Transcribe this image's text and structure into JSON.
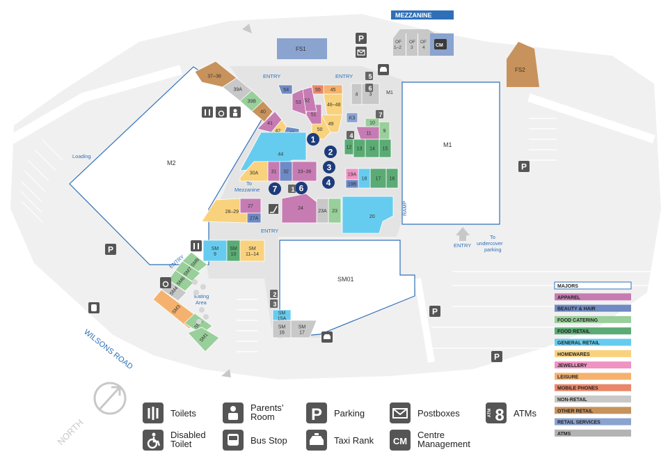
{
  "colors": {
    "majors": "#ffffff",
    "majors_border": "#2f6fb7",
    "apparel": "#c77bb3",
    "beauty": "#6f8ac4",
    "food_catering": "#99cf9a",
    "food_retail": "#5aab74",
    "general_retail": "#66ccef",
    "homewares": "#f9d27d",
    "jewellery": "#ef93c2",
    "leisure": "#f5b26e",
    "mobile": "#e9876a",
    "non_retail": "#c8c8c8",
    "other_retail": "#c8925c",
    "retail_services": "#8aa3cf",
    "atms": "#b3b3b3",
    "walkway": "#e4e4e4",
    "ground": "#efefef",
    "road": "#ffffff",
    "blue_label": "#2f6fb7",
    "dark": "#3a3a3a"
  },
  "mezzanine": {
    "title": "MEZZANINE",
    "units": [
      "OF 1–2",
      "OF 3",
      "OF 4"
    ],
    "cm": "CM"
  },
  "majors": [
    "M1",
    "M2",
    "SM01",
    "FS1",
    "FS2"
  ],
  "labels": {
    "entry": "ENTRY",
    "loading": "Loading",
    "ramp": "RAMP",
    "to_mezzanine": "To Mezzanine",
    "to_parking": "To undercover parking",
    "eating_area": "Eating Area",
    "road": "WILSONS ROAD",
    "north": "NORTH"
  },
  "markers": [
    "1",
    "2",
    "3",
    "4",
    "6",
    "7"
  ],
  "legend": [
    {
      "label": "MAJORS",
      "key": "majors"
    },
    {
      "label": "APPAREL",
      "key": "apparel"
    },
    {
      "label": "BEAUTY & HAIR",
      "key": "beauty"
    },
    {
      "label": "FOOD CATERING",
      "key": "food_catering"
    },
    {
      "label": "FOOD RETAIL",
      "key": "food_retail"
    },
    {
      "label": "GENERAL RETAIL",
      "key": "general_retail"
    },
    {
      "label": "HOMEWARES",
      "key": "homewares"
    },
    {
      "label": "JEWELLERY",
      "key": "jewellery"
    },
    {
      "label": "LEISURE",
      "key": "leisure"
    },
    {
      "label": "MOBILE PHONES",
      "key": "mobile"
    },
    {
      "label": "NON-RETAIL",
      "key": "non_retail"
    },
    {
      "label": "OTHER RETAIL",
      "key": "other_retail"
    },
    {
      "label": "RETAIL SERVICES",
      "key": "retail_services"
    },
    {
      "label": "ATMS",
      "key": "atms"
    }
  ],
  "icon_legend": [
    {
      "label": "Toilets",
      "icon": "toilets-icon"
    },
    {
      "label": "Parents’ Room",
      "icon": "parents-room-icon"
    },
    {
      "label": "Parking",
      "icon": "parking-icon"
    },
    {
      "label": "Postboxes",
      "icon": "postbox-icon"
    },
    {
      "label": "ATMs",
      "icon": "atm-icon"
    },
    {
      "label": "Disabled Toilet",
      "icon": "disabled-toilet-icon"
    },
    {
      "label": "Bus Stop",
      "icon": "bus-stop-icon"
    },
    {
      "label": "Taxi Rank",
      "icon": "taxi-rank-icon"
    },
    {
      "label": "Centre Management",
      "icon": "centre-management-icon"
    }
  ],
  "icon_glyphs": {
    "parking": "P",
    "cm": "CM",
    "atm": "8",
    "atm_small": "ATM"
  },
  "shops": [
    {
      "id": "37–38",
      "c": "other_retail"
    },
    {
      "id": "39A",
      "c": "non_retail"
    },
    {
      "id": "39B",
      "c": "food_catering"
    },
    {
      "id": "40",
      "c": "other_retail"
    },
    {
      "id": "41",
      "c": "apparel"
    },
    {
      "id": "42",
      "c": "homewares"
    },
    {
      "id": "43",
      "c": "beauty"
    },
    {
      "id": "44",
      "c": "general_retail"
    },
    {
      "id": "45",
      "c": "leisure"
    },
    {
      "id": "46–48",
      "c": "homewares"
    },
    {
      "id": "49",
      "c": "homewares"
    },
    {
      "id": "50",
      "c": "homewares"
    },
    {
      "id": "51",
      "c": "apparel"
    },
    {
      "id": "52",
      "c": "apparel"
    },
    {
      "id": "53",
      "c": "apparel"
    },
    {
      "id": "54",
      "c": "beauty"
    },
    {
      "id": "55",
      "c": "mobile"
    },
    {
      "id": "K3",
      "c": "retail_services"
    },
    {
      "id": "4",
      "c": "non_retail"
    },
    {
      "id": "3",
      "c": "non_retail"
    },
    {
      "id": "M1",
      "c": "majors"
    },
    {
      "id": "9",
      "c": "food_catering"
    },
    {
      "id": "10",
      "c": "food_catering"
    },
    {
      "id": "11",
      "c": "apparel"
    },
    {
      "id": "12",
      "c": "food_retail"
    },
    {
      "id": "13",
      "c": "food_retail"
    },
    {
      "id": "14",
      "c": "food_retail"
    },
    {
      "id": "15",
      "c": "food_retail"
    },
    {
      "id": "16",
      "c": "food_retail"
    },
    {
      "id": "17",
      "c": "food_retail"
    },
    {
      "id": "18",
      "c": "general_retail"
    },
    {
      "id": "19A",
      "c": "jewellery"
    },
    {
      "id": "19B",
      "c": "beauty"
    },
    {
      "id": "20",
      "c": "general_retail"
    },
    {
      "id": "23",
      "c": "food_catering"
    },
    {
      "id": "23A",
      "c": "non_retail"
    },
    {
      "id": "24",
      "c": "apparel"
    },
    {
      "id": "27",
      "c": "apparel"
    },
    {
      "id": "27A",
      "c": "beauty"
    },
    {
      "id": "28–29",
      "c": "homewares"
    },
    {
      "id": "30A",
      "c": "homewares"
    },
    {
      "id": "31",
      "c": "apparel"
    },
    {
      "id": "32",
      "c": "beauty"
    },
    {
      "id": "33–36",
      "c": "apparel"
    },
    {
      "id": "SM 9",
      "c": "general_retail"
    },
    {
      "id": "SM 10",
      "c": "food_retail"
    },
    {
      "id": "SM 11–14",
      "c": "homewares"
    },
    {
      "id": "SM8",
      "c": "food_catering"
    },
    {
      "id": "SM7",
      "c": "food_catering"
    },
    {
      "id": "SM6",
      "c": "food_catering"
    },
    {
      "id": "SM4",
      "c": "non_retail"
    },
    {
      "id": "SM3",
      "c": "leisure"
    },
    {
      "id": "SM2",
      "c": "food_catering"
    },
    {
      "id": "SM1",
      "c": "food_catering"
    },
    {
      "id": "SM 15A",
      "c": "general_retail"
    },
    {
      "id": "SM 16",
      "c": "non_retail"
    },
    {
      "id": "SM 17",
      "c": "non_retail"
    }
  ],
  "atm_numbers": [
    "5",
    "6",
    "7",
    "4",
    "1",
    "2",
    "3"
  ]
}
